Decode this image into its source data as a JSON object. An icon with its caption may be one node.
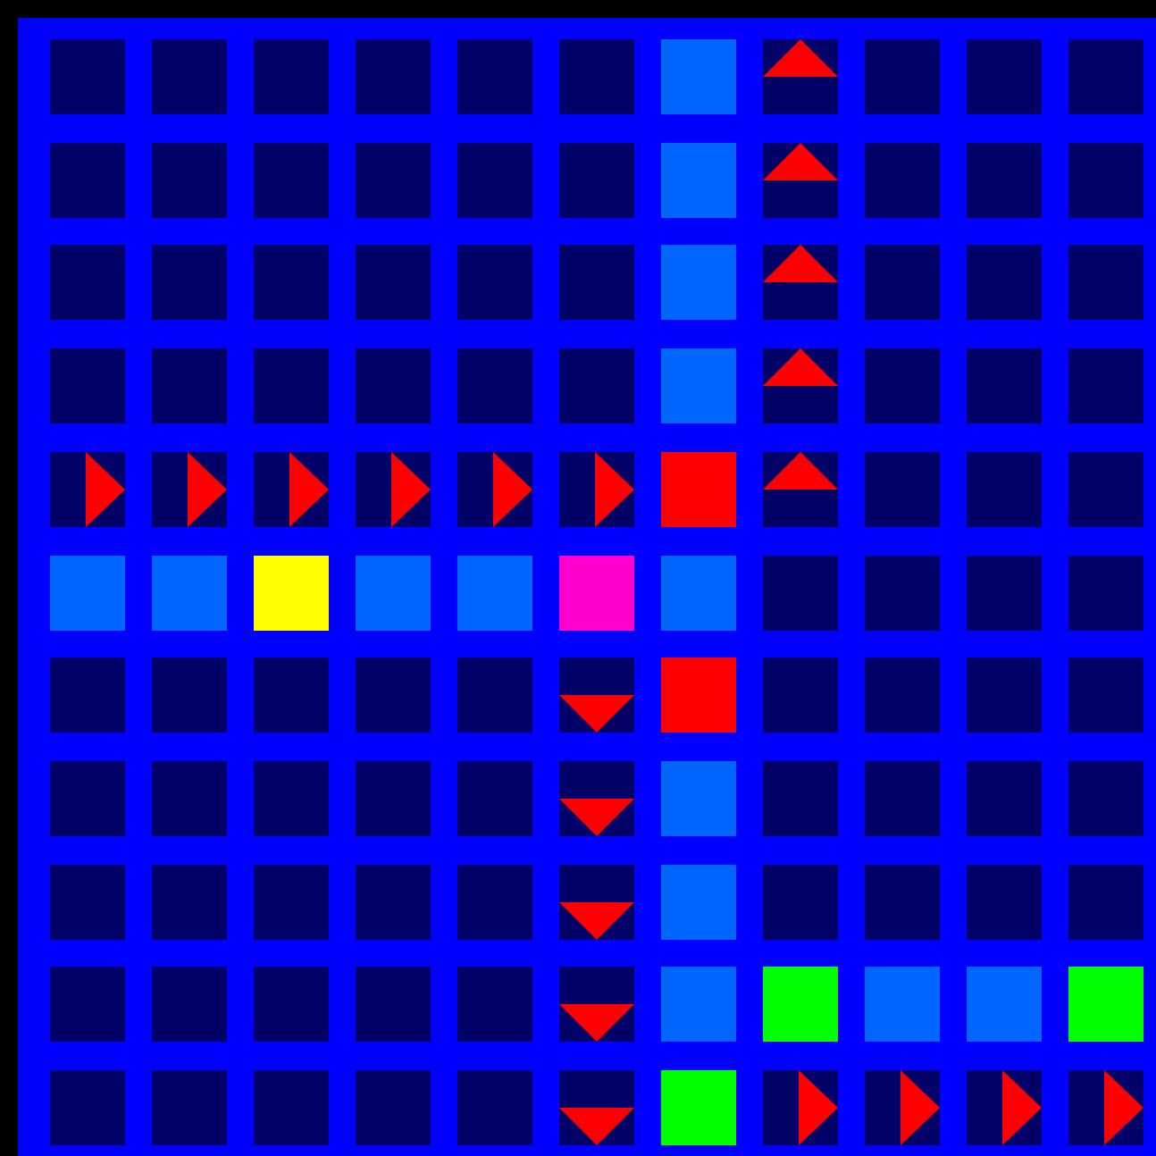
{
  "diagram": {
    "nodes": [
      {
        "text": [],
        "shape": "box"
      },
      {
        "text": [],
        "shape": "box"
      },
      {
        "text": [],
        "shape": "box"
      },
      {
        "text": [],
        "shape": "box"
      },
      {
        "text": [],
        "shape": "box"
      },
      {
        "text": [],
        "shape": "box"
      },
      {
        "text": [],
        "shape": "box"
      },
      {
        "text": [],
        "shape": "box"
      },
      {
        "text": [],
        "shape": "box"
      },
      {
        "text": [],
        "shape": "box"
      },
      {
        "text": [],
        "shape": "box"
      },
      {
        "text": [],
        "shape": "box"
      },
      {
        "text": [],
        "shape": "box"
      },
      {
        "text": [],
        "shape": "box"
      },
      {
        "text": [],
        "shape": "box"
      },
      {
        "text": [],
        "shape": "box"
      },
      {
        "text": [],
        "shape": "box"
      },
      {
        "text": [],
        "shape": "box"
      },
      {
        "text": [],
        "shape": "box"
      },
      {
        "text": [],
        "shape": "box"
      },
      {
        "text": [],
        "shape": "box"
      },
      {
        "text": [],
        "shape": "box"
      },
      {
        "text": [],
        "shape": "box"
      },
      {
        "text": [],
        "shape": "box"
      },
      {
        "text": [],
        "shape": "box"
      },
      {
        "text": [],
        "shape": "box"
      },
      {
        "text": [],
        "shape": "box"
      },
      {
        "text": [],
        "shape": "box"
      },
      {
        "text": [],
        "shape": "box"
      },
      {
        "text": [],
        "shape": "box"
      },
      {
        "text": [],
        "shape": "box"
      },
      {
        "text": [],
        "shape": "box"
      },
      {
        "text": [],
        "shape": "box"
      },
      {
        "text": [],
        "shape": "box"
      },
      {
        "text": [],
        "shape": "box"
      },
      {
        "text": [],
        "shape": "box"
      },
      {
        "text": [],
        "shape": "box"
      },
      {
        "text": [],
        "shape": "box"
      },
      {
        "text": [],
        "shape": "box"
      },
      {
        "text": [],
        "shape": "box"
      },
      {
        "text": [],
        "shape": "box"
      },
      {
        "text": [],
        "shape": "box"
      },
      {
        "text": [],
        "shape": "box"
      },
      {
        "text": [],
        "shape": "box"
      },
      {
        "text": [],
        "shape": "box"
      },
      {
        "text": [],
        "shape": "box"
      },
      {
        "text": [],
        "shape": "box"
      },
      {
        "text": [],
        "shape": "box"
      },
      {
        "text": [],
        "shape": "box"
      },
      {
        "text": [],
        "shape": "box"
      },
      {
        "text": [],
        "shape": "box"
      },
      {
        "text": [],
        "shape": "box"
      },
      {
        "text": [],
        "shape": "box"
      },
      {
        "text": [],
        "shape": "box"
      },
      {
        "text": [],
        "shape": "box"
      },
      {
        "text": [],
        "shape": "box"
      },
      {
        "text": [],
        "shape": "box"
      },
      {
        "text": [],
        "shape": "box"
      },
      {
        "text": [],
        "shape": "box"
      },
      {
        "text": [],
        "shape": "box"
      },
      {
        "text": [],
        "shape": "box"
      },
      {
        "text": [],
        "shape": "box"
      },
      {
        "text": [],
        "shape": "box"
      },
      {
        "text": [],
        "shape": "box"
      },
      {
        "text": [],
        "shape": "box"
      },
      {
        "text": [],
        "shape": "box"
      },
      {
        "text": [],
        "shape": "box"
      },
      {
        "text": [],
        "shape": "box"
      },
      {
        "text": [],
        "shape": "box"
      },
      {
        "text": [],
        "shape": "box"
      },
      {
        "text": [],
        "shape": "box"
      },
      {
        "text": [],
        "shape": "box"
      },
      {
        "text": [],
        "shape": "box"
      },
      {
        "text": [],
        "shape": "box"
      },
      {
        "text": [],
        "shape": "box"
      },
      {
        "text": [],
        "shape": "box"
      },
      {
        "text": [],
        "shape": "box"
      },
      {
        "text": [],
        "shape": "box"
      },
      {
        "text": [],
        "shape": "box"
      },
      {
        "text": [],
        "shape": "box"
      },
      {
        "text": [],
        "shape": "box"
      },
      {
        "text": [],
        "shape": "box"
      },
      {
        "text": [],
        "shape": "box"
      },
      {
        "text": [],
        "shape": "box"
      },
      {
        "text": [],
        "shape": "box"
      },
      {
        "text": [],
        "shape": "box"
      },
      {
        "text": [],
        "shape": "box"
      },
      {
        "text": [],
        "shape": "box"
      },
      {
        "text": [],
        "shape": "box"
      },
      {
        "text": [],
        "shape": "box"
      },
      {
        "text": [],
        "shape": "box"
      },
      {
        "text": [],
        "shape": "box"
      },
      {
        "text": [],
        "shape": "box"
      },
      {
        "text": [],
        "shape": "box"
      },
      {
        "text": [],
        "shape": "box"
      },
      {
        "text": [],
        "shape": "box"
      },
      {
        "text": [],
        "shape": "box"
      },
      {
        "text": [],
        "shape": "box"
      },
      {
        "text": [],
        "shape": "box"
      },
      {
        "text": [],
        "shape": "box"
      },
      {
        "text": [],
        "shape": "box"
      },
      {
        "text": [],
        "shape": "box"
      },
      {
        "text": [],
        "shape": "box"
      },
      {
        "text": [],
        "shape": "box"
      },
      {
        "text": [],
        "shape": "box"
      },
      {
        "text": [],
        "shape": "box"
      },
      {
        "text": [],
        "shape": "box"
      },
      {
        "text": [],
        "shape": "box"
      },
      {
        "text": [],
        "shape": "box"
      },
      {
        "text": [],
        "shape": "box"
      },
      {
        "text": [],
        "shape": "box"
      },
      {
        "text": [],
        "shape": "box"
      },
      {
        "text": [],
        "shape": "box"
      },
      {
        "text": [],
        "shape": "box"
      },
      {
        "text": [],
        "shape": "box"
      },
      {
        "text": [],
        "shape": "box"
      },
      {
        "text": [],
        "shape": "box"
      },
      {
        "text": [],
        "shape": "box"
      },
      {
        "text": [],
        "shape": "box"
      },
      {
        "text": [],
        "shape": "box"
      },
      {
        "text": [],
        "shape": "box"
      }
    ]
  }
}
